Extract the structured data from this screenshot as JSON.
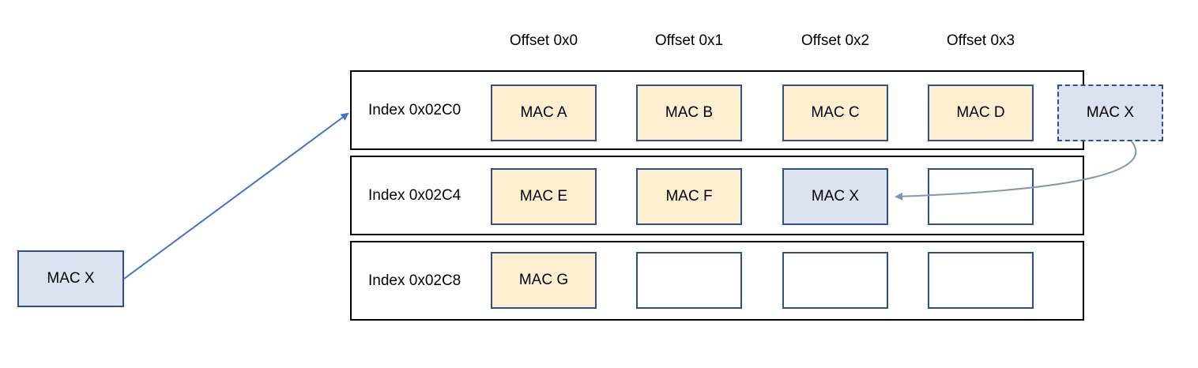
{
  "offsets": [
    "Offset 0x0",
    "Offset 0x1",
    "Offset 0x2",
    "Offset 0x3"
  ],
  "rows": [
    {
      "label": "Index 0x02C0",
      "cells": [
        "MAC A",
        "MAC B",
        "MAC C",
        "MAC D"
      ]
    },
    {
      "label": "Index 0x02C4",
      "cells": [
        "MAC E",
        "MAC F",
        "MAC X",
        ""
      ]
    },
    {
      "label": "Index 0x02C8",
      "cells": [
        "MAC G",
        "",
        "",
        ""
      ]
    }
  ],
  "overflow_cell": "MAC X",
  "source": "MAC X",
  "colors": {
    "filled": "#fdefd0",
    "mac_x": "#dbe3f1",
    "border": "#2f4f8a",
    "arrow_insert": "#4472c4",
    "arrow_move": "#8497b0"
  }
}
